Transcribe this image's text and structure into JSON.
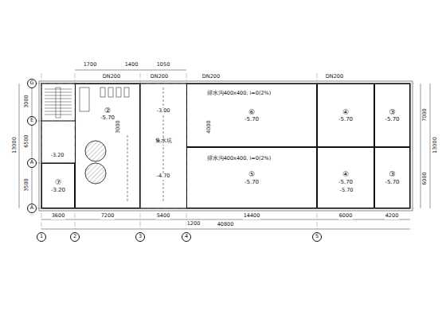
{
  "diagram": {
    "nodes": [
      {
        "text": [
          "G"
        ]
      },
      {
        "text": [
          "E"
        ]
      },
      {
        "text": [
          "A"
        ]
      },
      {
        "text": [
          "A"
        ]
      },
      {
        "text": [
          "1"
        ]
      },
      {
        "text": [
          "2"
        ]
      },
      {
        "text": [
          "3"
        ]
      },
      {
        "text": [
          "4"
        ]
      },
      {
        "text": [
          "5"
        ]
      },
      {
        "text": [
          "②",
          "-5.70"
        ]
      },
      {
        "text": [
          "⑦",
          "-3.20"
        ]
      },
      {
        "text": [
          "⑥",
          "-5.70"
        ]
      },
      {
        "text": [
          "⑤",
          "-5.70"
        ]
      },
      {
        "text": [
          "④",
          "-5.70"
        ]
      },
      {
        "text": [
          "④",
          "-5.70"
        ]
      },
      {
        "text": [
          "③",
          "-5.70"
        ]
      },
      {
        "text": [
          "③",
          "-5.70"
        ]
      }
    ],
    "labels": [
      "1700",
      "1400",
      "1050",
      "13000",
      "3000",
      "6500",
      "3500",
      "13000",
      "7000",
      "6000",
      "3600",
      "7200",
      "5400",
      "1200",
      "14400",
      "6000",
      "4200",
      "40800",
      "-3.00",
      "-4.70",
      "-3.20",
      "集水坑",
      "DN200",
      "DN200",
      "DN200",
      "DN200",
      "排水沟400x400, i=0(2%)",
      "排水沟400x400, i=0(2%)",
      "4000",
      "3000",
      "-5.70"
    ]
  }
}
